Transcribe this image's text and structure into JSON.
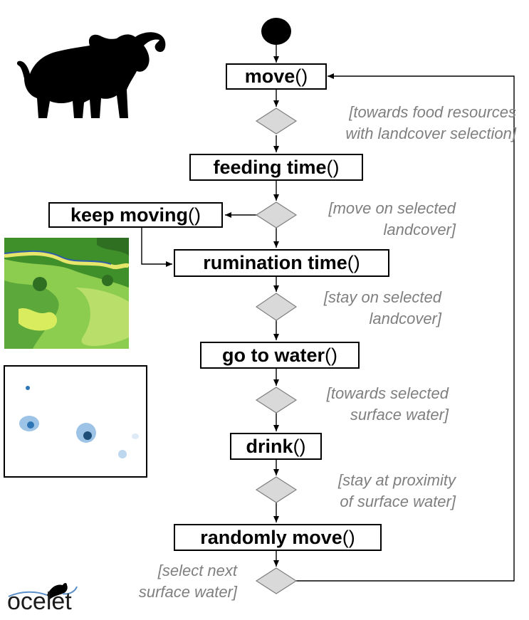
{
  "diagram": {
    "nodes": {
      "move": {
        "name": "move",
        "parens": "()"
      },
      "feeding": {
        "name": "feeding time",
        "parens": "()"
      },
      "keep": {
        "name": "keep moving",
        "parens": "()"
      },
      "rumination": {
        "name": "rumination time",
        "parens": "()"
      },
      "water": {
        "name": "go to water",
        "parens": "()"
      },
      "drink": {
        "name": "drink",
        "parens": "()"
      },
      "random": {
        "name": "randomly move",
        "parens": "()"
      }
    },
    "guards": {
      "g1": [
        "[towards food resources",
        "with landcover selection]"
      ],
      "g2": [
        "[move on selected",
        "landcover]"
      ],
      "g3": [
        "[stay on selected",
        "landcover]"
      ],
      "g4": [
        "[towards selected",
        "surface water]"
      ],
      "g5": [
        "[stay at proximity",
        "of surface water]"
      ],
      "g6": [
        "[select next",
        "surface water]"
      ]
    },
    "logo": "ocelet"
  },
  "colors": {
    "guard_text": "#7f7f7f",
    "decision_fill": "#d9d9d9",
    "landcover_green": "#6fbf3a",
    "water_blue": "#2e75b6"
  }
}
